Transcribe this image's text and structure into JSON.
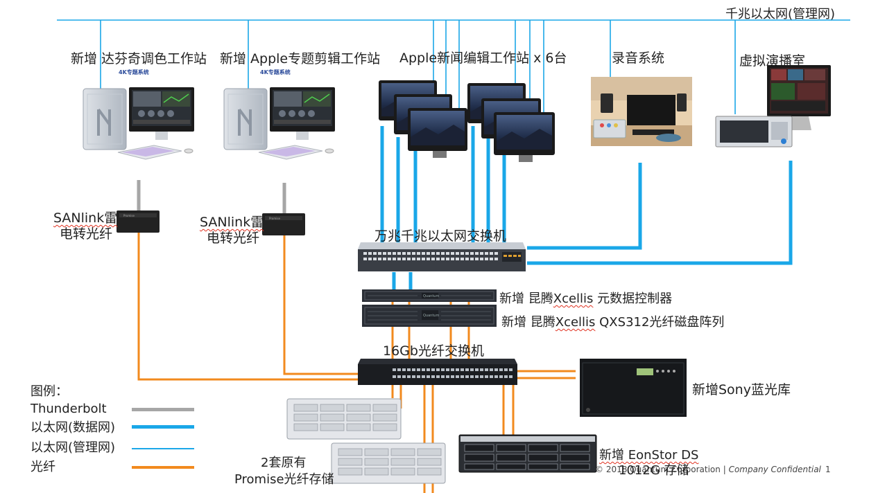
{
  "mgmt_network_label": "千兆以太网(管理网)",
  "workstations": {
    "davinci": {
      "title": "新增 达芬奇调色工作站",
      "sub": "4K专题系统"
    },
    "apple_edit": {
      "title": "新增 Apple专题剪辑工作站",
      "sub": "4K专题系统"
    },
    "apple_news": {
      "title": "Apple新闻编辑工作站 x 6台"
    },
    "audio": {
      "title": "录音系统"
    },
    "virtual": {
      "title": "虚拟演播室"
    }
  },
  "sanlink": {
    "left": {
      "line1": "SANlink雷",
      "line2": "电转光纤"
    },
    "right": {
      "line1": "SANlink雷",
      "line2": "电转光纤"
    }
  },
  "switch_eth": {
    "label": "万兆千兆以太网交换机"
  },
  "xcellis_mdc": {
    "prefix": "新增 昆腾",
    "brand": "Xcellis",
    "suffix": " 元数据控制器"
  },
  "xcellis_qxs": {
    "prefix": "新增 昆腾",
    "brand": "Xcellis",
    "suffix": " QXS312光纤磁盘阵列"
  },
  "fc_switch": {
    "label": "16Gb光纤交换机"
  },
  "sony": {
    "label": "新增Sony蓝光库"
  },
  "promise": {
    "line1": "2套原有",
    "line2": "Promise光纤存储"
  },
  "eonstor": {
    "line1": "新增  EonStor DS",
    "line2": "1012G 存储"
  },
  "legend": {
    "title": "图例：",
    "items": [
      {
        "label": "Thunderbolt",
        "color": "#a6a6a6",
        "kind": "thick"
      },
      {
        "label": "以太网(数据网)",
        "color": "#1aa7e8",
        "kind": "thick"
      },
      {
        "label": "以太网(管理网)",
        "color": "#1aa7e8",
        "kind": "thin"
      },
      {
        "label": "光纤",
        "color": "#f28a1e",
        "kind": "thick"
      }
    ]
  },
  "footer": {
    "copyright": "© 2018 Quantum Corporation | ",
    "confidential": "Company Confidential",
    "page_number": "1"
  },
  "colors": {
    "ethernet": "#1aa7e8",
    "fiber": "#f28a1e",
    "thunderbolt": "#a6a6a6"
  }
}
